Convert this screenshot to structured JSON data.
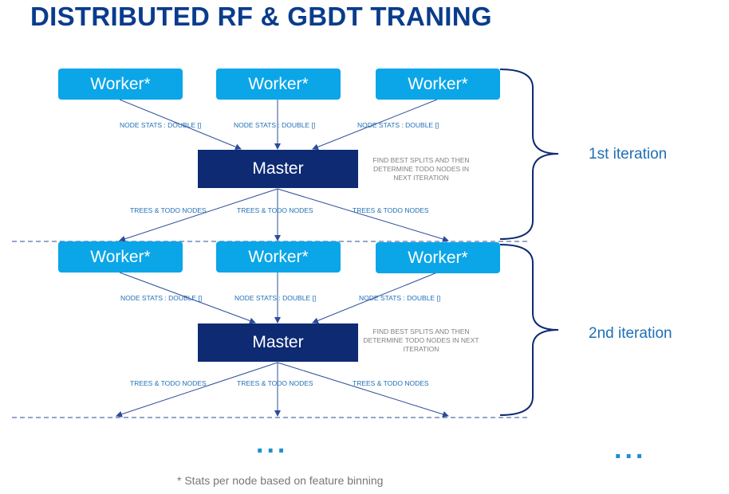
{
  "title": "DISTRIBUTED RF & GBDT TRANING",
  "worker_label": "Worker*",
  "master_label": "Master",
  "stats_label": "NODE STATS : DOUBLE []",
  "trees_label": "TREES & TODO NODES",
  "master_note": "FIND BEST SPLITS AND THEN DETERMINE TODO NODES IN NEXT ITERATION",
  "iterations": [
    "1st iteration",
    "2nd iteration"
  ],
  "ellipsis": "...",
  "footnote": "* Stats per node based on feature binning",
  "colors": {
    "worker": "#0aa6e8",
    "master": "#0d2a73",
    "arrow": "#2b4c9a",
    "title": "#0a3c8c",
    "accent": "#1f6fb5"
  }
}
